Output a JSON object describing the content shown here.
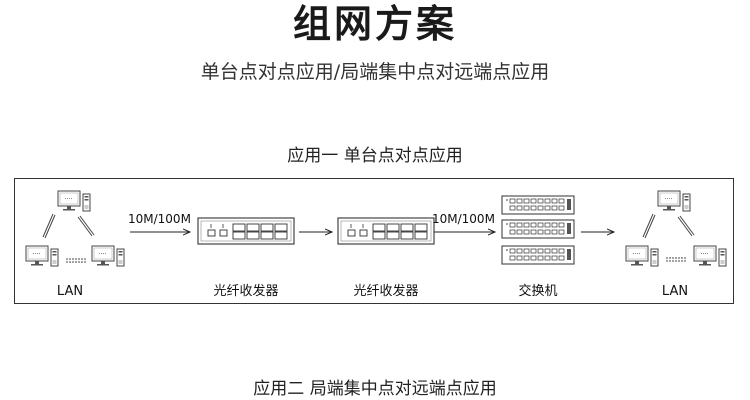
{
  "heading": {
    "title": "组网方案",
    "subtitle": "单台点对点应用/局端集中点对远端点应用"
  },
  "scenario1": {
    "title": "应用一   单台点对点应用",
    "left_group_label": "LAN",
    "speed_left": "10M/100M",
    "converter1_label": "光纤收发器",
    "converter2_label": "光纤收发器",
    "speed_right": "10M/100M",
    "switch_label": "交换机",
    "right_group_label": "LAN"
  },
  "scenario2": {
    "title": "应用二   局端集中点对远端点应用"
  },
  "icons": [
    "computer-icon",
    "fiber-converter-icon",
    "switch-icon",
    "arrow-icon",
    "link-arrow-icon"
  ]
}
